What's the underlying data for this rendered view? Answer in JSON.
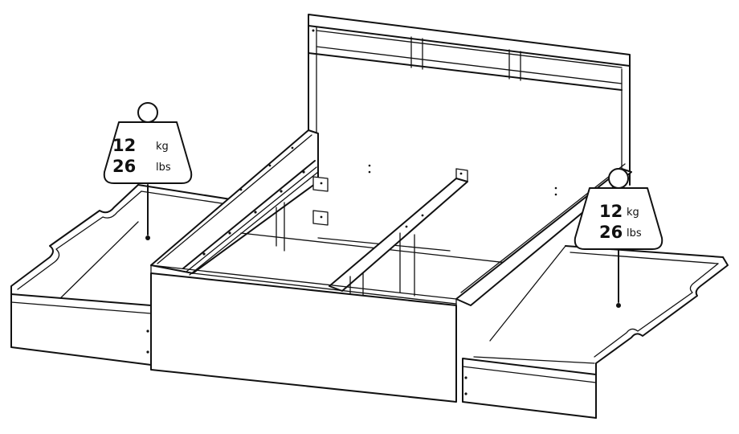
{
  "weight_limits": [
    {
      "kg_value": "12",
      "kg_unit": "kg",
      "lbs_value": "26",
      "lbs_unit": "lbs"
    },
    {
      "kg_value": "12",
      "kg_unit": "kg",
      "lbs_value": "26",
      "lbs_unit": "lbs"
    }
  ],
  "colors": {
    "line": "#111111",
    "background": "#ffffff"
  }
}
